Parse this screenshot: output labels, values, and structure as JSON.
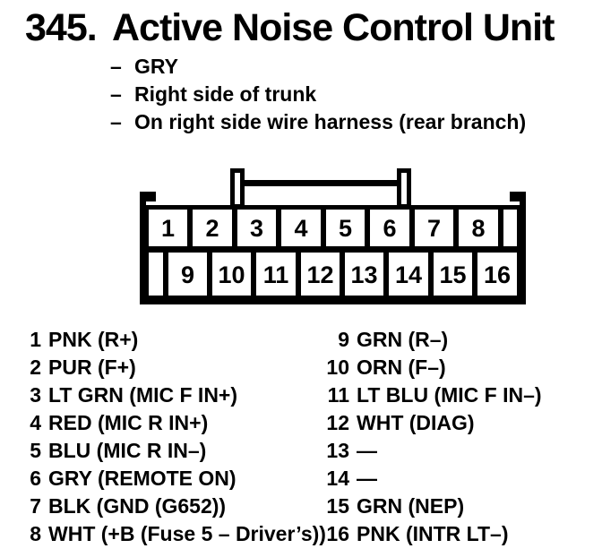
{
  "doc": {
    "number": "345.",
    "title": "Active Noise Control Unit",
    "bullet_dash": "–",
    "bullets": [
      "GRY",
      "Right side of trunk",
      "On right side wire harness (rear branch)"
    ]
  },
  "connector": {
    "description": "16-pin connector, two rows",
    "top_row": [
      "1",
      "2",
      "3",
      "4",
      "5",
      "6",
      "7",
      "8"
    ],
    "bottom_row": [
      "9",
      "10",
      "11",
      "12",
      "13",
      "14",
      "15",
      "16"
    ]
  },
  "pins": {
    "left": [
      {
        "num": "1",
        "label": "PNK (R+)"
      },
      {
        "num": "2",
        "label": "PUR (F+)"
      },
      {
        "num": "3",
        "label": "LT GRN (MIC F IN+)"
      },
      {
        "num": "4",
        "label": "RED (MIC R IN+)"
      },
      {
        "num": "5",
        "label": "BLU (MIC R IN–)"
      },
      {
        "num": "6",
        "label": "GRY (REMOTE ON)"
      },
      {
        "num": "7",
        "label": "BLK (GND (G652))"
      },
      {
        "num": "8",
        "label": "WHT (+B (Fuse 5 – Driver’s))"
      }
    ],
    "right": [
      {
        "num": "9",
        "label": "GRN (R–)"
      },
      {
        "num": "10",
        "label": "ORN (F–)"
      },
      {
        "num": "11",
        "label": "LT BLU (MIC F IN–)"
      },
      {
        "num": "12",
        "label": "WHT (DIAG)"
      },
      {
        "num": "13",
        "label": "—"
      },
      {
        "num": "14",
        "label": "—"
      },
      {
        "num": "15",
        "label": "GRN (NEP)"
      },
      {
        "num": "16",
        "label": "PNK (INTR LT–)"
      }
    ]
  },
  "colors": {
    "ink": "#000000",
    "paper": "#ffffff"
  }
}
